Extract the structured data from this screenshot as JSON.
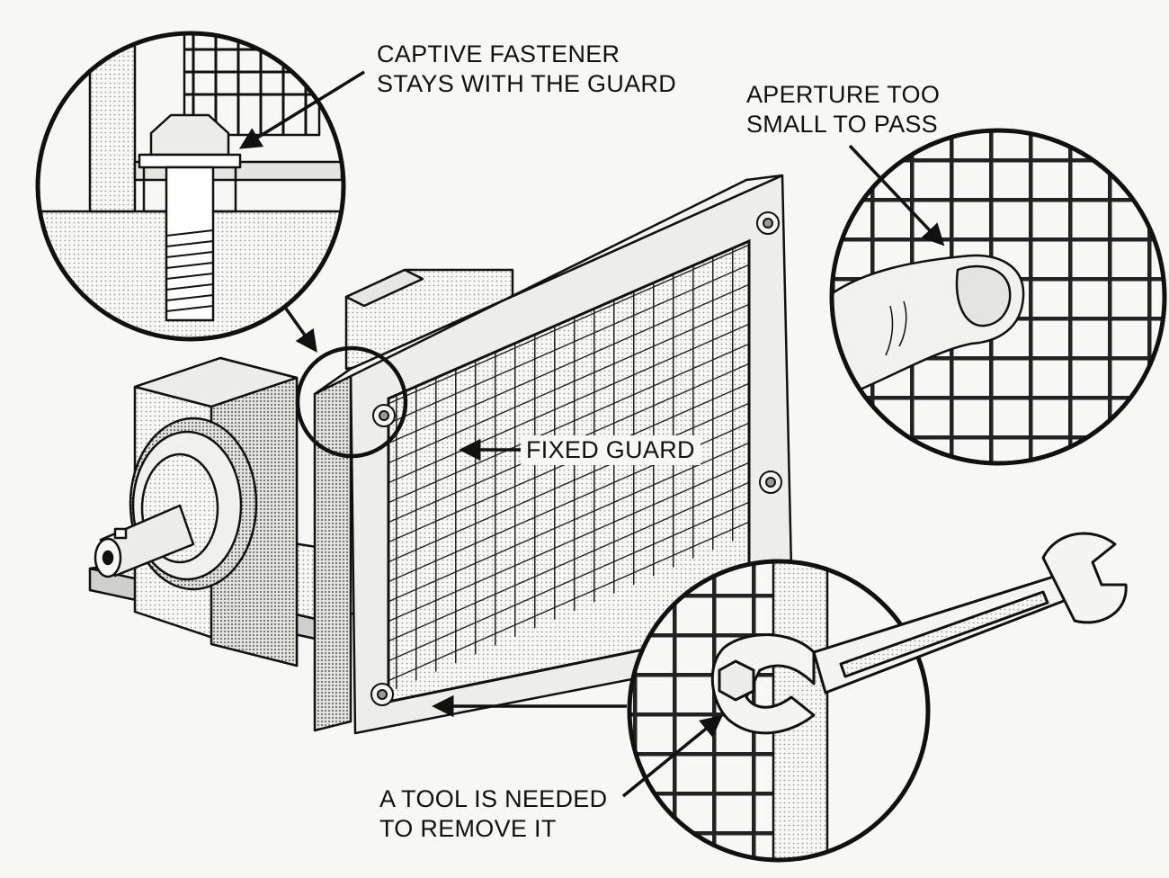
{
  "colors": {
    "ink": "#111111",
    "paper": "#f7f7f5",
    "shade": "#d9d9d6",
    "light_shade": "#ececea"
  },
  "callouts": {
    "captive_fastener": [
      "CAPTIVE FASTENER",
      "STAYS WITH THE GUARD"
    ],
    "aperture": [
      "APERTURE TOO",
      "SMALL TO PASS"
    ],
    "fixed_guard": "FIXED GUARD",
    "tool_needed": [
      "A TOOL IS NEEDED",
      "TO REMOVE IT"
    ]
  },
  "icons": {
    "fastener_detail": "captive-bolt-icon",
    "aperture_detail": "finger-on-mesh-icon",
    "tool_detail": "spanner-on-bolt-icon",
    "machine": "motor-with-mesh-guard-icon"
  }
}
